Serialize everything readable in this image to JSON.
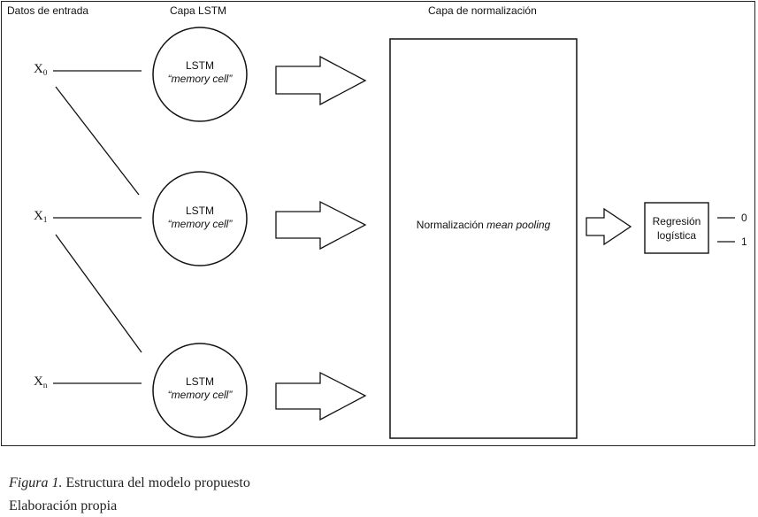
{
  "headers": {
    "input": "Datos de entrada",
    "lstm_layer": "Capa LSTM",
    "norm_layer": "Capa de normalización"
  },
  "inputs": [
    {
      "label": "X",
      "sub": "0"
    },
    {
      "label": "X",
      "sub": "1"
    },
    {
      "label": "X",
      "sub": "n"
    }
  ],
  "cells": [
    {
      "name": "LSTM",
      "desc": "“memory cell”"
    },
    {
      "name": "LSTM",
      "desc": "“memory cell”"
    },
    {
      "name": "LSTM",
      "desc": "“memory cell”"
    }
  ],
  "normalization": {
    "label": "Normalización",
    "label_italic": "mean pooling"
  },
  "regression": {
    "line1": "Regresión",
    "line2": "logística"
  },
  "outputs": [
    "0",
    "1"
  ],
  "caption": {
    "figure_label": "Figura 1.",
    "figure_text": "Estructura del modelo propuesto",
    "source": "Elaboración propia"
  }
}
